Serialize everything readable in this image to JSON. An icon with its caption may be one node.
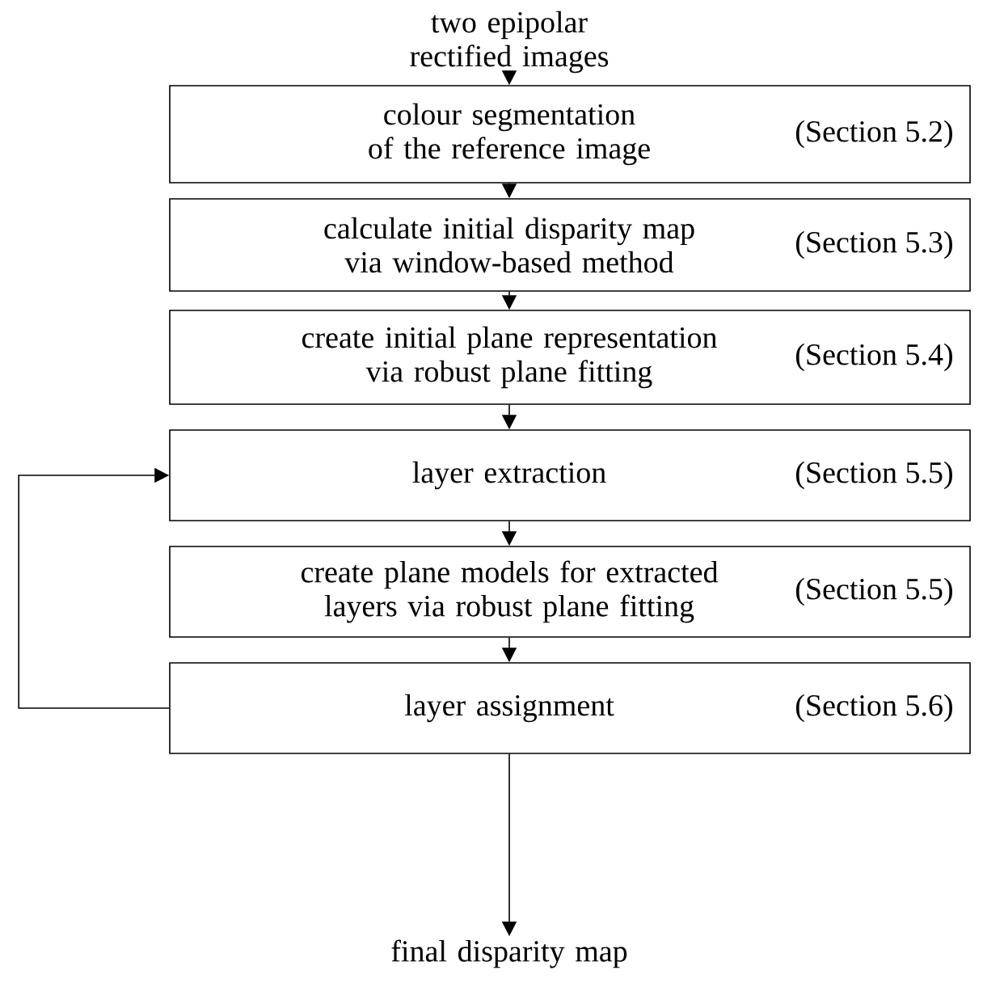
{
  "diagram": {
    "nodes": [
      {
        "text": [
          "two epipolar rectified images"
        ]
      },
      {
        "text": [
          "colour segmentation of the reference image",
          "(Section 5.2)"
        ]
      },
      {
        "text": [
          "calculate initial disparity map via window-based method",
          "(Section 5.3)"
        ]
      },
      {
        "text": [
          "create initial plane representation via robust plane fitting",
          "(Section 5.4)"
        ]
      },
      {
        "text": [
          "layer extraction",
          "(Section 5.5)"
        ]
      },
      {
        "text": [
          "create plane models for extracted layers via robust plane fitting",
          "(Section 5.5)"
        ]
      },
      {
        "text": [
          "layer assignment",
          "(Section 5.6)"
        ]
      },
      {
        "text": [
          "final disparity map"
        ]
      }
    ],
    "edges": [
      {
        "from": 0,
        "to": 1,
        "arrow": "to"
      },
      {
        "from": 1,
        "to": 2,
        "arrow": "to"
      },
      {
        "from": 2,
        "to": 3,
        "arrow": "to"
      },
      {
        "from": 3,
        "to": 4,
        "arrow": "to"
      },
      {
        "from": 4,
        "to": 5,
        "arrow": "to"
      },
      {
        "from": 5,
        "to": 6,
        "arrow": "to"
      },
      {
        "from": 6,
        "to": 7,
        "arrow": "to"
      },
      {
        "from": 6,
        "to": 4,
        "arrow": "to"
      }
    ]
  }
}
